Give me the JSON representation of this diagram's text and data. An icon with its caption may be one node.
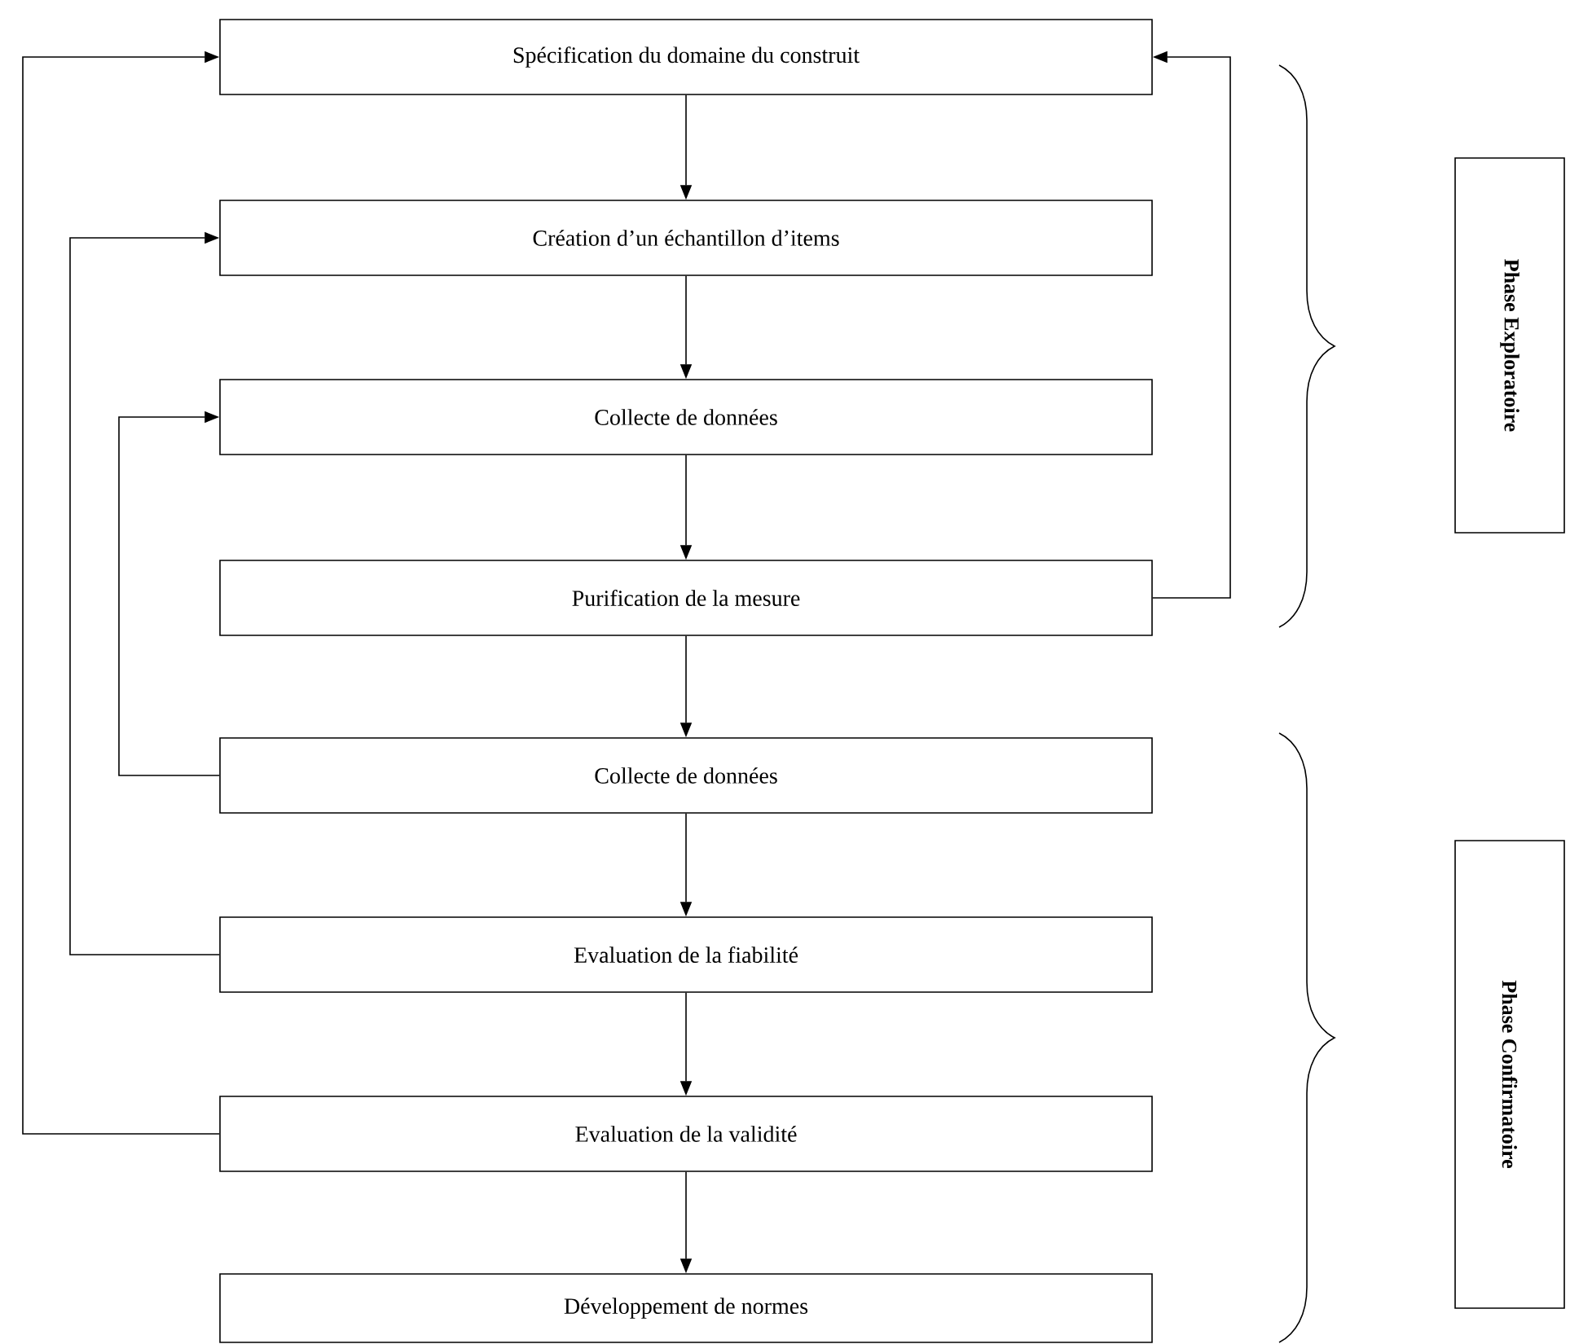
{
  "diagram": {
    "nodes": [
      {
        "text": [
          "Spécification du domaine du construit"
        ]
      },
      {
        "text": [
          "Création d’un échantillon d’items"
        ]
      },
      {
        "text": [
          "Collecte de données"
        ]
      },
      {
        "text": [
          "Purification de la mesure"
        ]
      },
      {
        "text": [
          "Collecte de données"
        ]
      },
      {
        "text": [
          "Evaluation de la fiabilité"
        ]
      },
      {
        "text": [
          "Evaluation de la validité"
        ]
      },
      {
        "text": [
          "Développement de normes"
        ]
      },
      {
        "text": [
          "Phase Exploratoire"
        ]
      },
      {
        "text": [
          "Phase Confirmatoire"
        ]
      }
    ],
    "edges": [
      {
        "from": 0,
        "to": 1,
        "arrow": "to"
      },
      {
        "from": 1,
        "to": 2,
        "arrow": "to"
      },
      {
        "from": 2,
        "to": 3,
        "arrow": "to"
      },
      {
        "from": 3,
        "to": 4,
        "arrow": "to"
      },
      {
        "from": 4,
        "to": 5,
        "arrow": "to"
      },
      {
        "from": 5,
        "to": 6,
        "arrow": "to"
      },
      {
        "from": 6,
        "to": 7,
        "arrow": "to"
      },
      {
        "from": 3,
        "to": 0,
        "arrow": "to"
      },
      {
        "from": 4,
        "to": 2,
        "arrow": "to"
      },
      {
        "from": 5,
        "to": 1,
        "arrow": "to"
      },
      {
        "from": 6,
        "to": 0,
        "arrow": "to"
      }
    ]
  }
}
